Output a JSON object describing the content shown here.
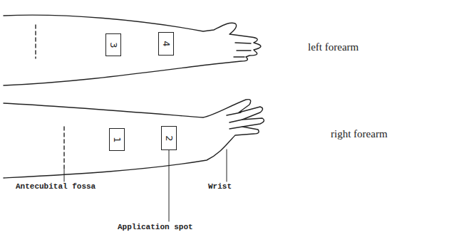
{
  "diagram": {
    "nodes": [
      {
        "text": [
          "3"
        ]
      },
      {
        "text": [
          "4"
        ]
      },
      {
        "text": [
          "1"
        ]
      },
      {
        "text": [
          "2"
        ]
      }
    ],
    "labels": [
      "left forearm",
      "right forearm",
      "Antecubital fossa",
      "Application spot",
      "Wrist"
    ]
  }
}
